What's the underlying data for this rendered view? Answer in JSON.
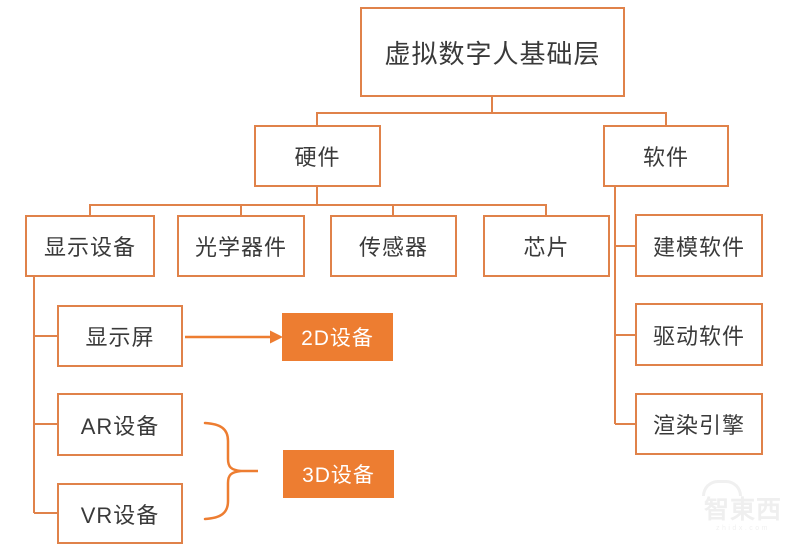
{
  "nodes": {
    "title": "虚拟数字人基础层",
    "hardware": "硬件",
    "software": "软件",
    "display_devices": "显示设备",
    "optical_components": "光学器件",
    "sensor": "传感器",
    "chip": "芯片",
    "display_screen": "显示屏",
    "ar_device": "AR设备",
    "vr_device": "VR设备",
    "modeling_software": "建模软件",
    "driver_software": "驱动软件",
    "rendering_engine": "渲染引擎",
    "device_2d": "2D设备",
    "device_3d": "3D设备"
  },
  "colors": {
    "accent_fill": "#ED7D31",
    "line": "#E0824A",
    "text": "#3a3a3a"
  },
  "watermark": {
    "logo": "智東西",
    "domain": "zhidx.com"
  }
}
